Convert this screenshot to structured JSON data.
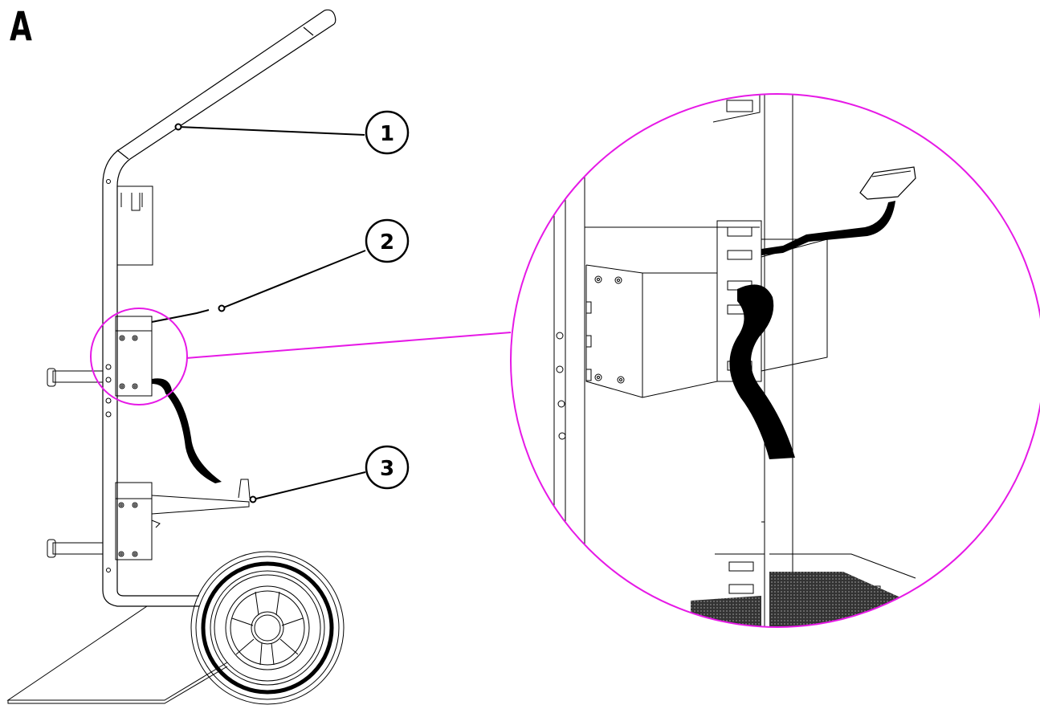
{
  "figure": {
    "panel_label": "A",
    "callouts": [
      {
        "number": "1"
      },
      {
        "number": "2"
      },
      {
        "number": "3"
      }
    ],
    "zoom_highlight_color": "#e619e6",
    "line_color": "#000000"
  }
}
